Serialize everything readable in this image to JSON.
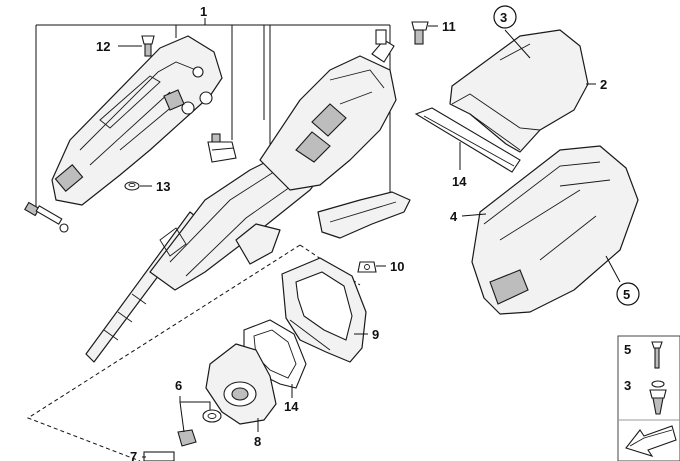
{
  "callouts": {
    "c1": "1",
    "c2": "2",
    "c3": "3",
    "c4": "4",
    "c5": "5",
    "c6": "6",
    "c7": "7",
    "c8": "8",
    "c9": "9",
    "c10": "10",
    "c11": "11",
    "c12": "12",
    "c13": "13",
    "c14a": "14",
    "c14b": "14"
  },
  "legend": {
    "item5": "5",
    "item3": "3"
  },
  "colors": {
    "line": "#1a1a1a",
    "fill": "#f2f2f2",
    "accent_dark": "#bdbdbd"
  }
}
